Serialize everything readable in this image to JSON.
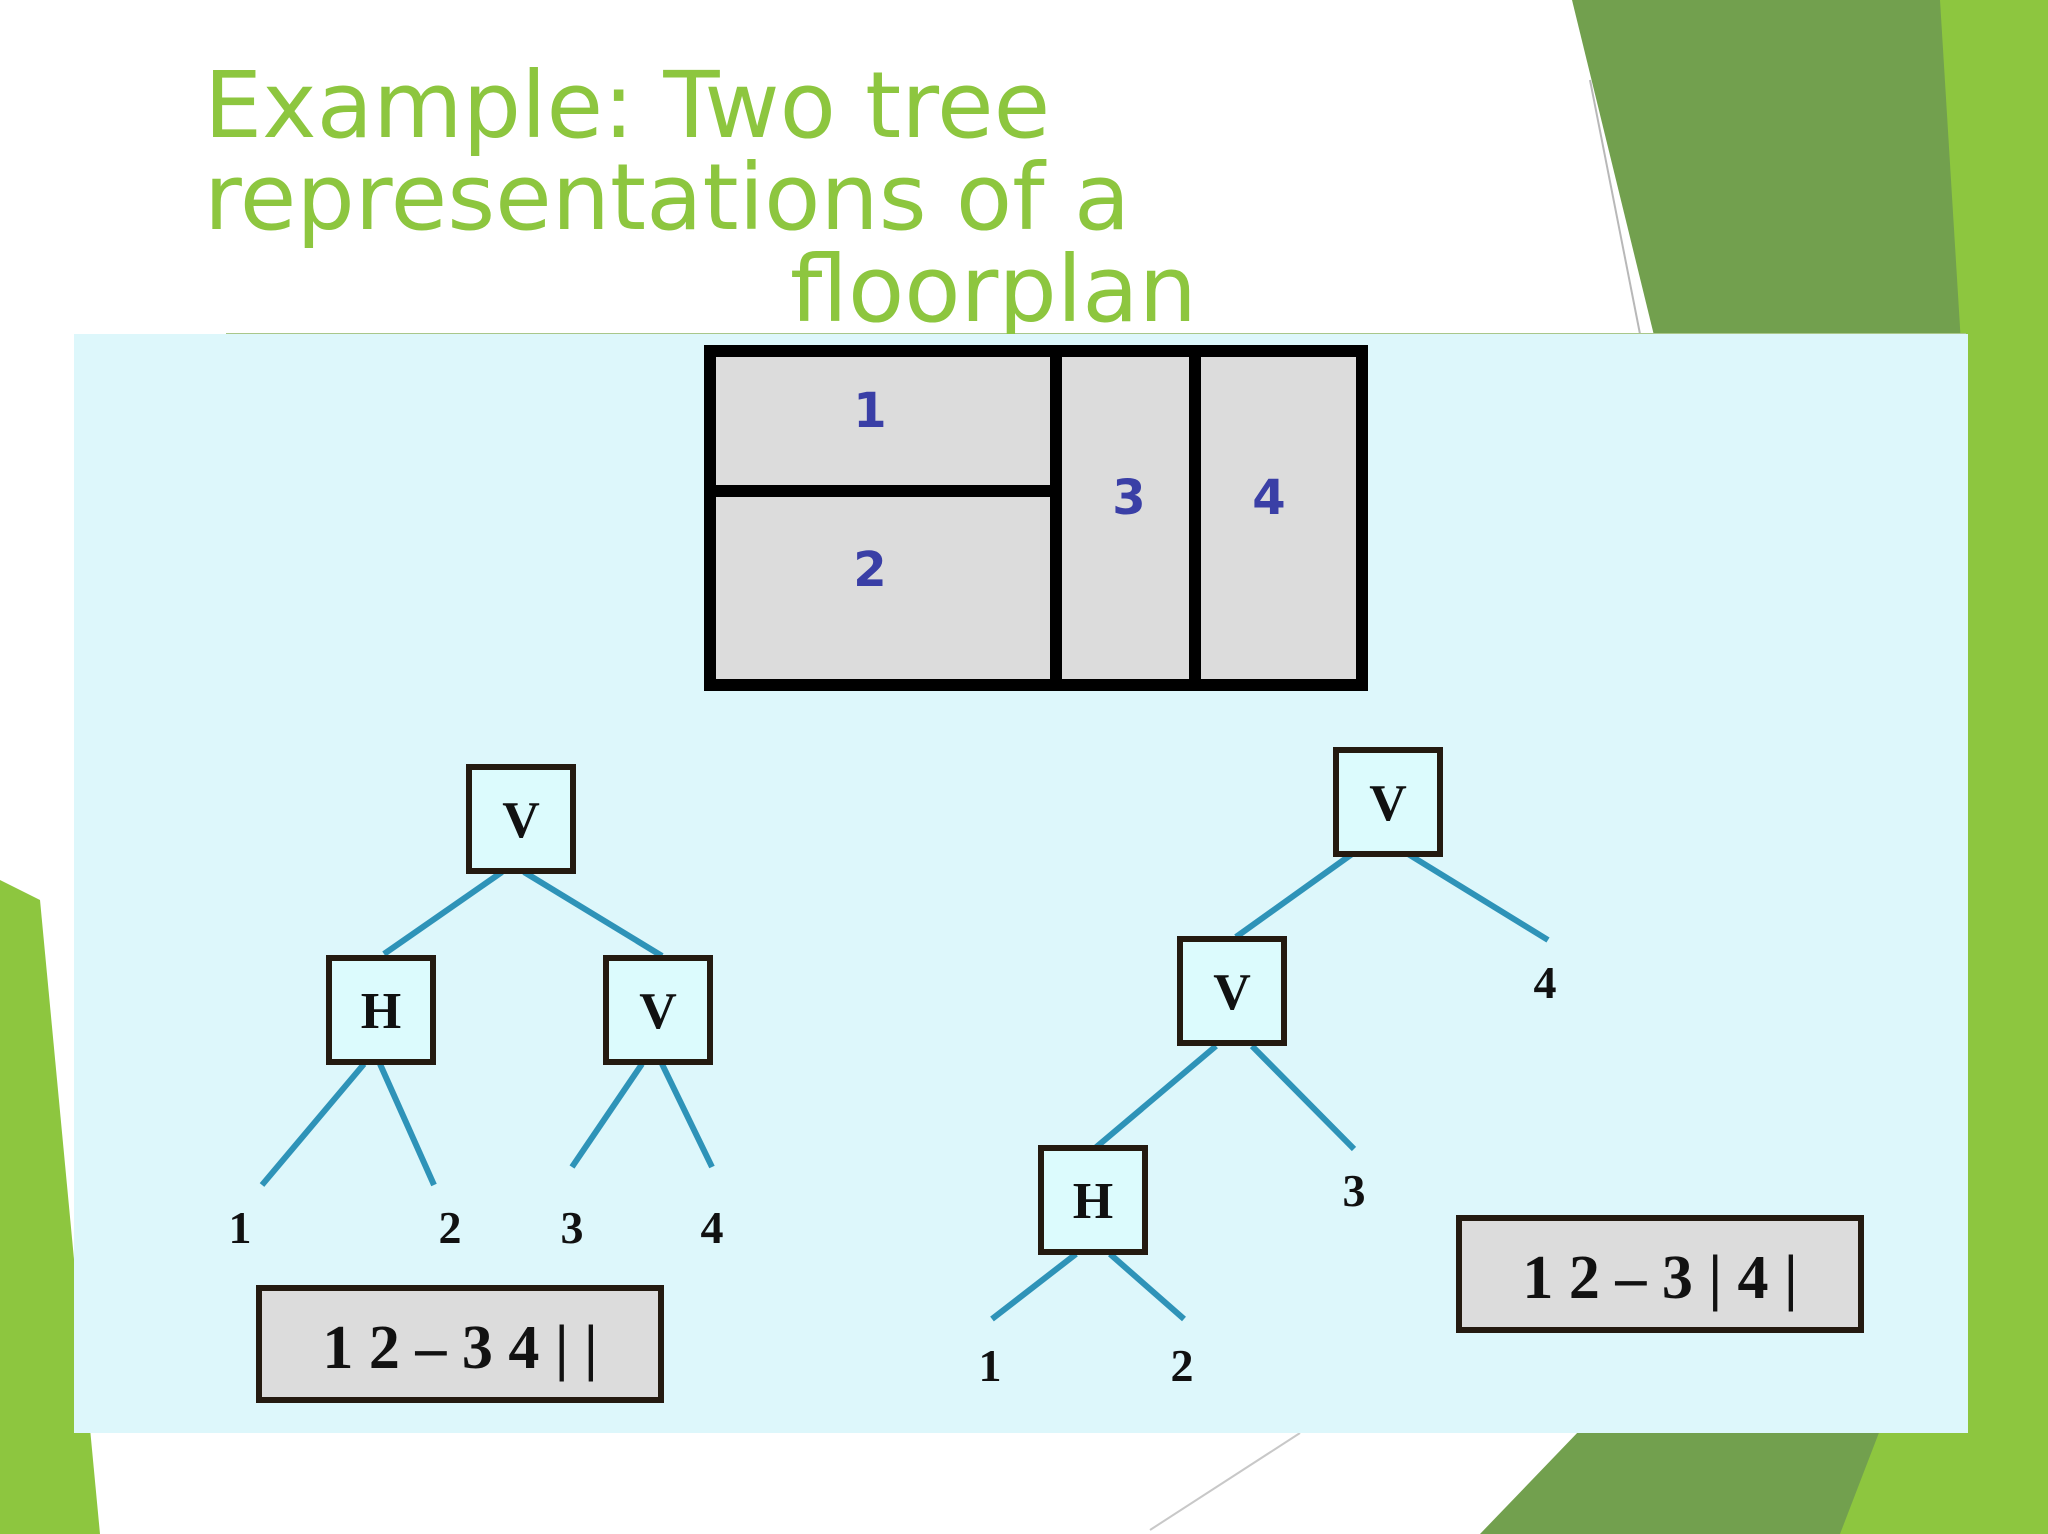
{
  "slide": {
    "title_lines": [
      "Example: Two tree",
      "representations of a",
      "floorplan"
    ]
  },
  "colors": {
    "title": "#8dc63f",
    "accent_green_dark": "#72a04e",
    "accent_green_light": "#8dc63f",
    "panel_background": "#ddf7fb",
    "room_fill": "#dcdcdc",
    "room_number": "#3a3fa6",
    "tree_edge": "#2e93b8",
    "node_fill": "#dcfbfd"
  },
  "floorplan": {
    "rooms": [
      {
        "id": "room-1",
        "label": "1"
      },
      {
        "id": "room-2",
        "label": "2"
      },
      {
        "id": "room-3",
        "label": "3"
      },
      {
        "id": "room-4",
        "label": "4"
      }
    ]
  },
  "tree_left": {
    "nodes": [
      {
        "id": "root",
        "label": "V"
      },
      {
        "id": "h",
        "label": "H"
      },
      {
        "id": "v2",
        "label": "V"
      }
    ],
    "leaves": [
      {
        "id": "leaf-1",
        "label": "1"
      },
      {
        "id": "leaf-2",
        "label": "2"
      },
      {
        "id": "leaf-3",
        "label": "3"
      },
      {
        "id": "leaf-4",
        "label": "4"
      }
    ],
    "expression": "1 2 – 3 4 | |"
  },
  "tree_right": {
    "nodes": [
      {
        "id": "root",
        "label": "V"
      },
      {
        "id": "v2",
        "label": "V"
      },
      {
        "id": "h",
        "label": "H"
      }
    ],
    "leaves": [
      {
        "id": "leaf-4",
        "label": "4"
      },
      {
        "id": "leaf-3",
        "label": "3"
      },
      {
        "id": "leaf-1",
        "label": "1"
      },
      {
        "id": "leaf-2",
        "label": "2"
      }
    ],
    "expression": "1 2 – 3 | 4 |"
  }
}
